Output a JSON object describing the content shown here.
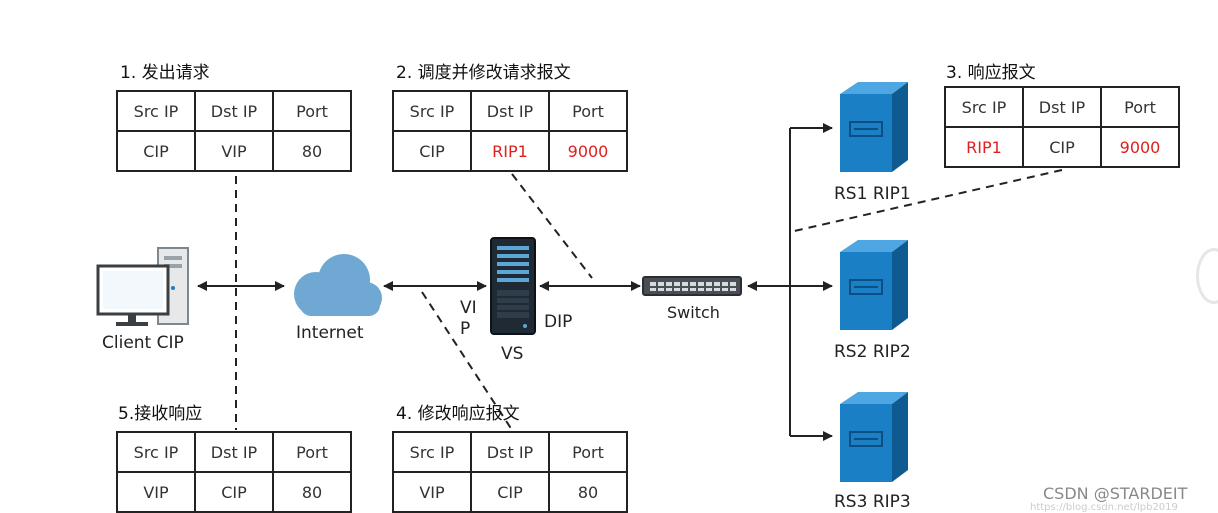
{
  "steps": [
    {
      "title": "1. 发出请求",
      "headers": [
        "Src IP",
        "Dst IP",
        "Port"
      ],
      "values": [
        "CIP",
        "VIP",
        "80"
      ],
      "highlight": [
        false,
        false,
        false
      ]
    },
    {
      "title": "2. 调度并修改请求报文",
      "headers": [
        "Src IP",
        "Dst IP",
        "Port"
      ],
      "values": [
        "CIP",
        "RIP1",
        "9000"
      ],
      "highlight": [
        false,
        true,
        true
      ]
    },
    {
      "title": "3. 响应报文",
      "headers": [
        "Src IP",
        "Dst IP",
        "Port"
      ],
      "values": [
        "RIP1",
        "CIP",
        "9000"
      ],
      "highlight": [
        true,
        false,
        true
      ]
    },
    {
      "title": "4. 修改响应报文",
      "headers": [
        "Src IP",
        "Dst IP",
        "Port"
      ],
      "values": [
        "VIP",
        "CIP",
        "80"
      ],
      "highlight": [
        false,
        false,
        false
      ]
    },
    {
      "title": "5.接收响应",
      "headers": [
        "Src IP",
        "Dst IP",
        "Port"
      ],
      "values": [
        "VIP",
        "CIP",
        "80"
      ],
      "highlight": [
        false,
        false,
        false
      ]
    }
  ],
  "nodes": {
    "client": "Client CIP",
    "internet": "Internet",
    "vs": "VS",
    "vip": "VI\nP",
    "dip": "DIP",
    "switch": "Switch",
    "rs1": "RS1 RIP1",
    "rs2": "RS2 RIP2",
    "rs3": "RS3 RIP3"
  },
  "watermark": "CSDN @STARDEIT",
  "watermark_faint": "https://blog.csdn.net/lpb2019",
  "colors": {
    "highlight": "#e0201f",
    "server": "#1a7fc4",
    "server_dark": "#0f5a91",
    "cloud": "#6fa8d2",
    "line": "#222222"
  }
}
